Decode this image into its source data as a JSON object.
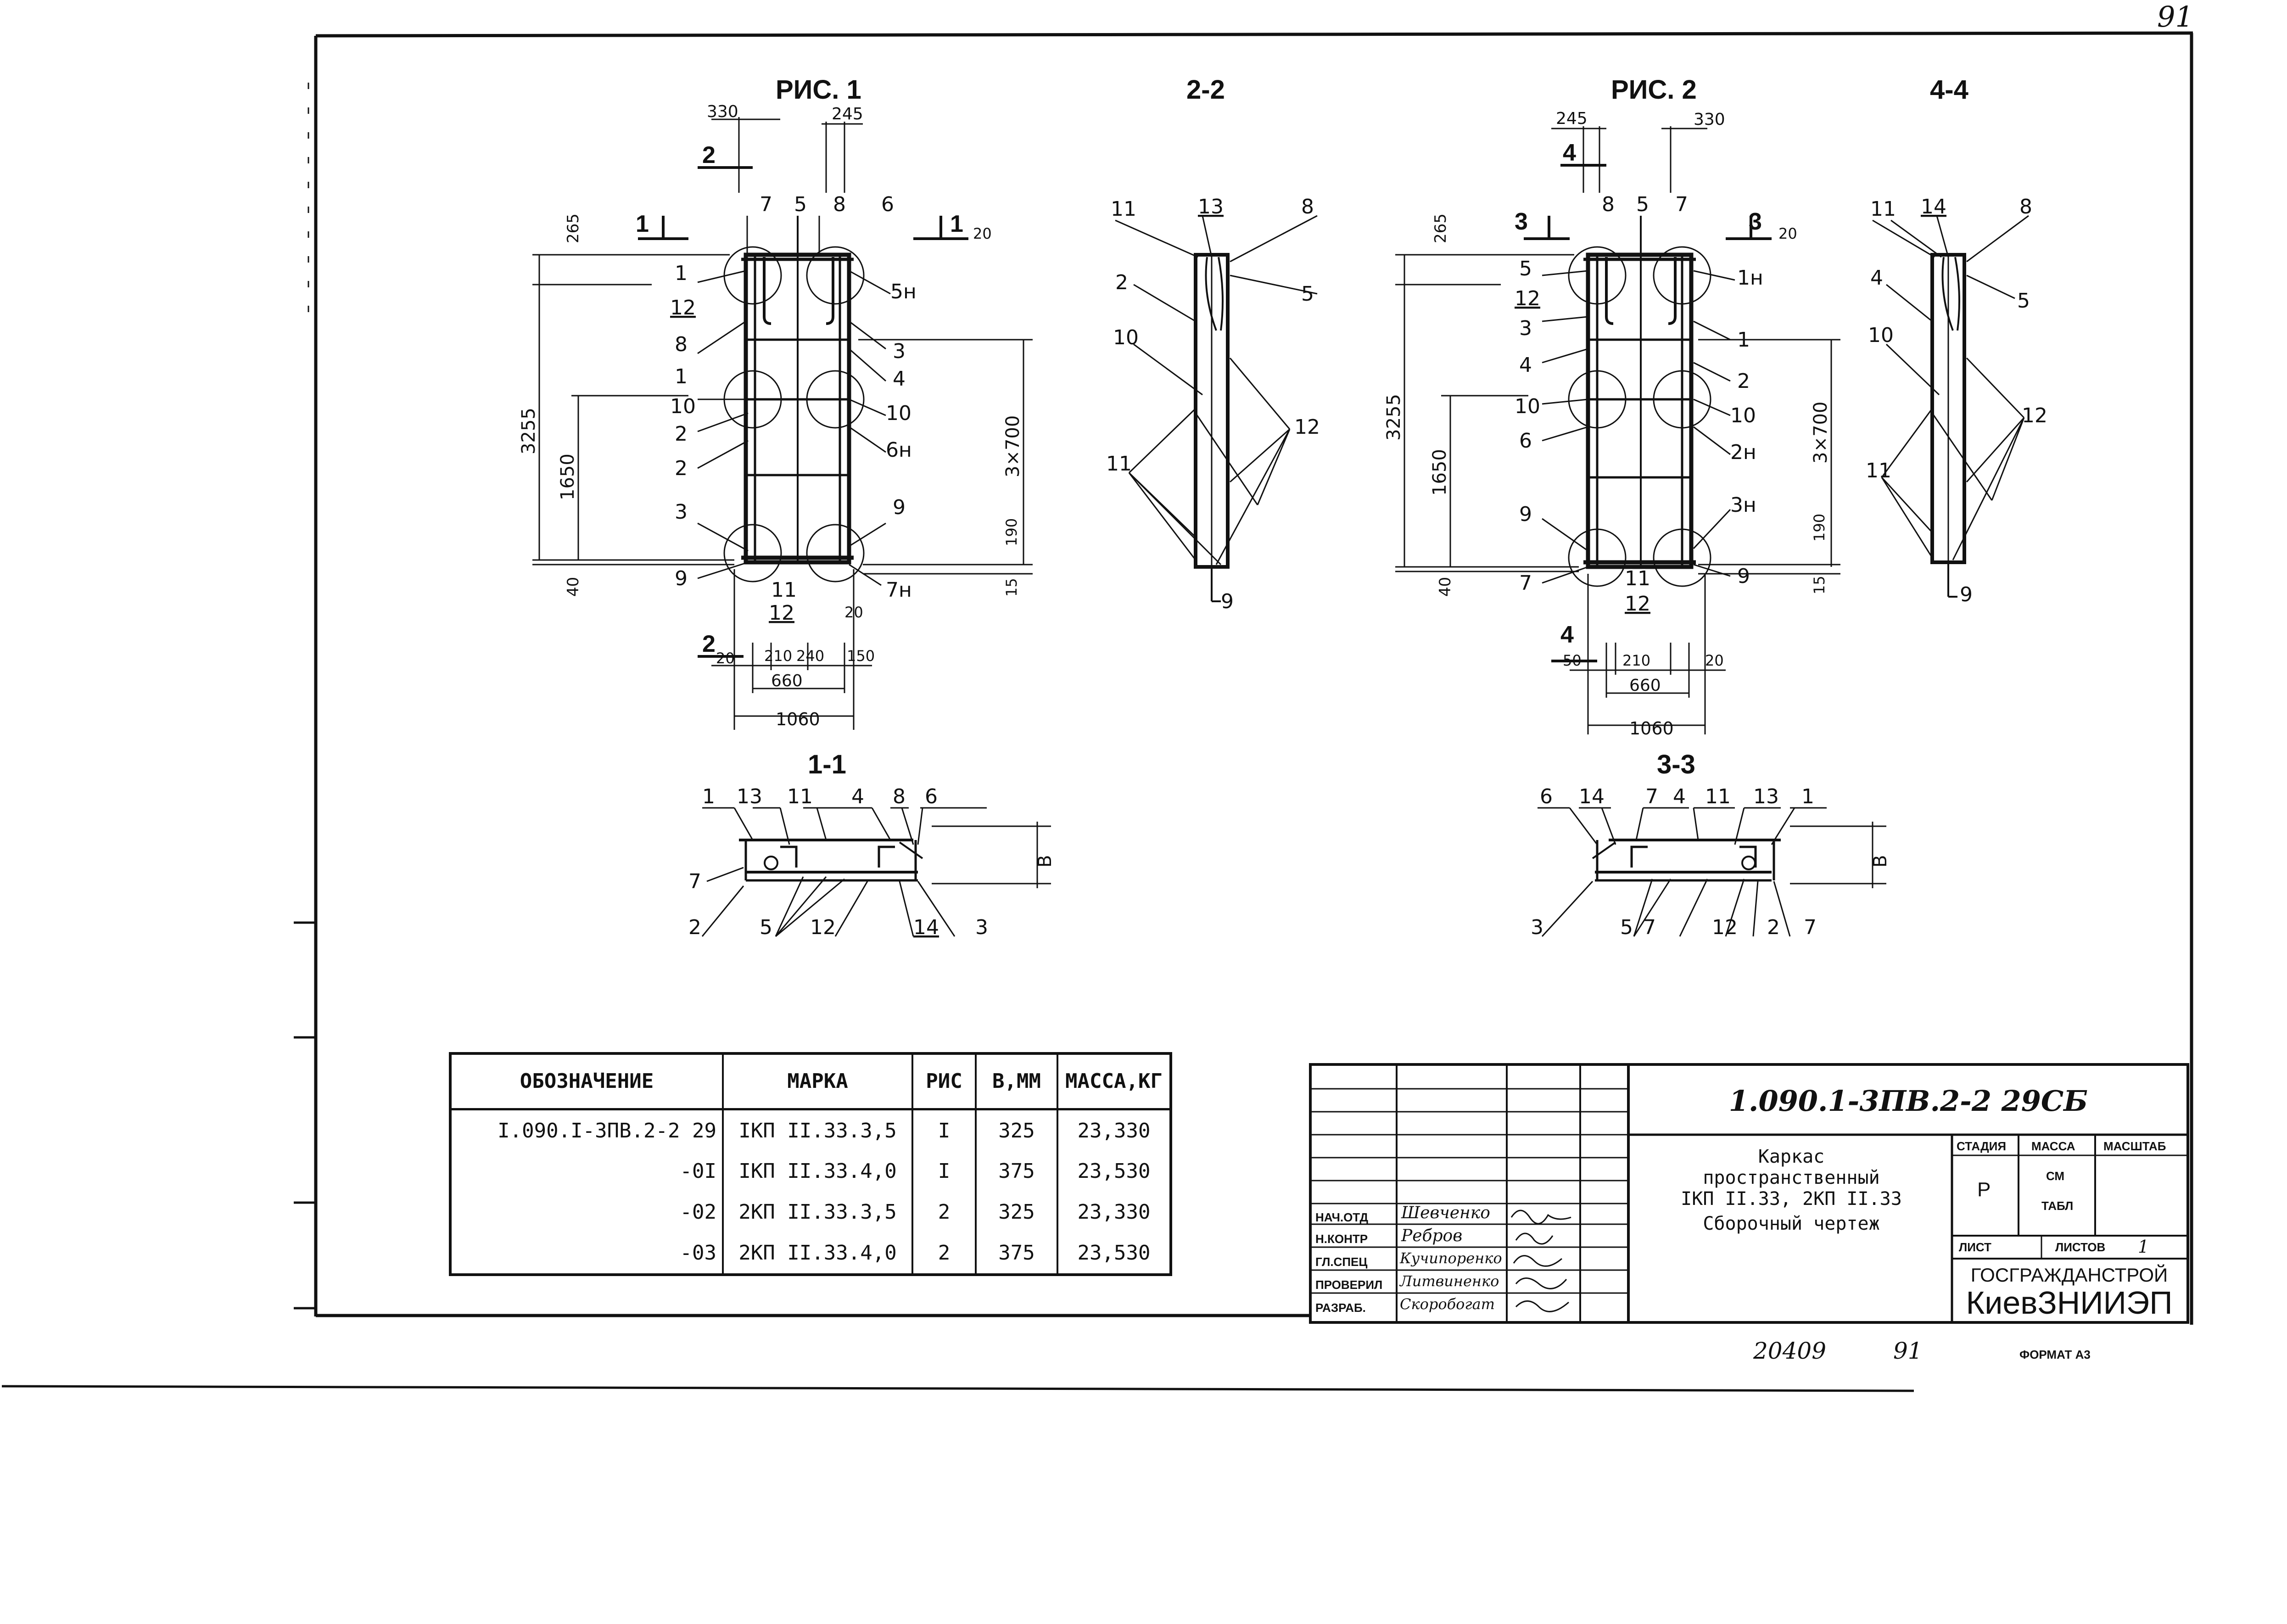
{
  "page_number": "91",
  "figures": {
    "fig1_title": "РИС. 1",
    "fig2_title": "РИС. 2",
    "section_22": "2-2",
    "section_44": "4-4",
    "section_11": "1-1",
    "section_33": "3-3"
  },
  "fig1": {
    "dim_330": "330",
    "dim_245": "245",
    "dim_265": "265",
    "dim_3255": "3255",
    "dim_1650": "1650",
    "dim_40": "40",
    "dim_3x700": "3×700",
    "dim_190": "190",
    "dim_15": "15",
    "dim_20": "20",
    "dim_210a": "210",
    "dim_240": "240",
    "dim_150": "150",
    "dim_660": "660",
    "dim_1060": "1060",
    "section_mark_1": "1",
    "section_mark_2": "2",
    "marks_left": [
      "1",
      "12",
      "8",
      "1",
      "10",
      "2",
      "2",
      "3",
      "9"
    ],
    "marks_right": [
      "5н",
      "3",
      "4",
      "10",
      "6н",
      "9",
      "7н"
    ],
    "marks_top": [
      "7",
      "5",
      "8",
      "6"
    ],
    "marks_bottom": [
      "11",
      "12"
    ]
  },
  "fig2": {
    "dim_245": "245",
    "dim_330": "330",
    "dim_265": "265",
    "dim_3255": "3255",
    "dim_1650": "1650",
    "dim_40": "40",
    "dim_3x700": "3×700",
    "dim_190": "190",
    "dim_15": "15",
    "dim_20": "20",
    "dim_50": "50",
    "dim_210": "210",
    "dim_660": "660",
    "dim_1060": "1060",
    "section_mark_3": "3",
    "section_mark_4": "4",
    "marks_left": [
      "5",
      "12",
      "3",
      "4",
      "10",
      "6",
      "9",
      "7"
    ],
    "marks_right": [
      "1н",
      "1",
      "2",
      "10",
      "2н",
      "3н",
      "9"
    ],
    "marks_top": [
      "8",
      "5",
      "7"
    ],
    "marks_bottom": [
      "11",
      "12"
    ]
  },
  "sec22": {
    "marks": [
      "11",
      "13",
      "8",
      "5",
      "2",
      "10",
      "12",
      "11",
      "9"
    ]
  },
  "sec44": {
    "marks": [
      "11",
      "14",
      "8",
      "5",
      "4",
      "10",
      "12",
      "11",
      "9"
    ]
  },
  "sec11": {
    "marks_top": [
      "1",
      "13",
      "11",
      "4",
      "8",
      "6"
    ],
    "marks_bottom": [
      "7",
      "2",
      "5",
      "12",
      "14",
      "3"
    ],
    "dim": "В"
  },
  "sec33": {
    "marks_top": [
      "6",
      "14",
      "7",
      "4",
      "11",
      "13",
      "1"
    ],
    "marks_bottom": [
      "3",
      "5",
      "7",
      "12",
      "2",
      "7"
    ],
    "dim": "В"
  },
  "spec_table": {
    "headers": [
      "ОБОЗНАЧЕНИЕ",
      "МАРКА",
      "РИС",
      "В,ММ",
      "МАССА,КГ"
    ],
    "rows": [
      [
        "I.090.I-3ПВ.2-2 29",
        "IКП II.33.3,5",
        "I",
        "325",
        "23,330"
      ],
      [
        "-0I",
        "IКП II.33.4,0",
        "I",
        "375",
        "23,530"
      ],
      [
        "-02",
        "2КП II.33.3,5",
        "2",
        "325",
        "23,330"
      ],
      [
        "-03",
        "2КП II.33.4,0",
        "2",
        "375",
        "23,530"
      ]
    ]
  },
  "title_block": {
    "code": "1.090.1-3ПВ.2-2  29СБ",
    "name_lines": [
      "Каркас",
      "пространственный",
      "IКП II.33, 2КП II.33",
      "Сборочный чертеж"
    ],
    "stage_label": "СТАДИЯ",
    "mass_label": "МАССА",
    "scale_label": "МАСШТАБ",
    "stage_value": "Р",
    "mass_value_1": "СМ",
    "mass_value_2": "ТАБЛ",
    "sheet_label": "ЛИСТ",
    "sheets_label": "ЛИСТОВ",
    "sheets_value": "1",
    "org_1": "ГОСГРАЖДАНСТРОЙ",
    "org_2": "КиевЗНИИЭП",
    "roles": [
      "НАЧ.ОТД",
      "Н.КОНТР",
      "ГЛ.СПЕЦ",
      "ПРОВЕРИЛ",
      "РАЗРАБ."
    ],
    "names": [
      "Шевченко",
      "Ребров",
      "Кучипоренко",
      "Литвиненко",
      "Скоробогат"
    ]
  },
  "footer": {
    "inv_number": "20409",
    "page": "91",
    "format": "ФОРМАТ А3"
  }
}
